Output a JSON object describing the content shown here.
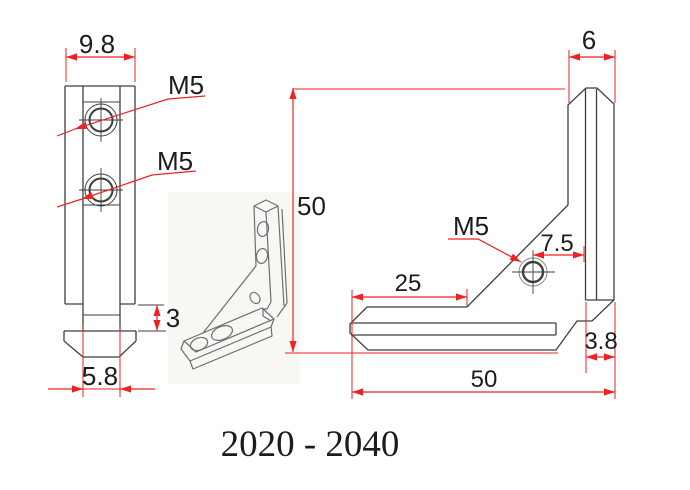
{
  "title": {
    "part_range": "2020 - 2040"
  },
  "front_view": {
    "dim_top_width": "9.8",
    "hole_label_1": "M5",
    "hole_label_2": "M5",
    "dim_step_height": "3",
    "dim_bottom_width": "5.8"
  },
  "side_view": {
    "dim_height": "50",
    "dim_top_thickness": "6",
    "hole_label": "M5",
    "dim_hole_offset": "7.5",
    "dim_inner_length": "25",
    "dim_tab_width": "3.8",
    "dim_length": "50"
  },
  "colors": {
    "dimension_red": "#ee2222",
    "part_line": "#3f3f3f",
    "sketch_line": "#6f6f6f",
    "text": "#1c1c1c"
  }
}
